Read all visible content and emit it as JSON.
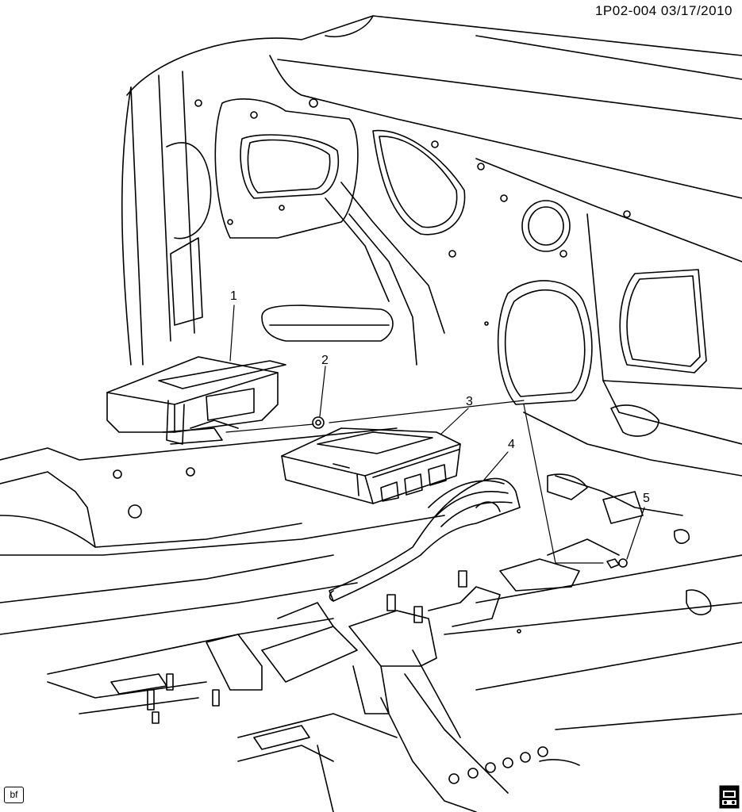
{
  "header": {
    "ref_code": "1P02-004  03/17/2010"
  },
  "callouts": [
    {
      "number": "1"
    },
    {
      "number": "2"
    },
    {
      "number": "3"
    },
    {
      "number": "4"
    },
    {
      "number": "5"
    }
  ],
  "footer": {
    "badge": "bf",
    "corner_icon": "vehicle-symbol-icon"
  },
  "colors": {
    "ink": "#000000",
    "paper": "#ffffff"
  }
}
